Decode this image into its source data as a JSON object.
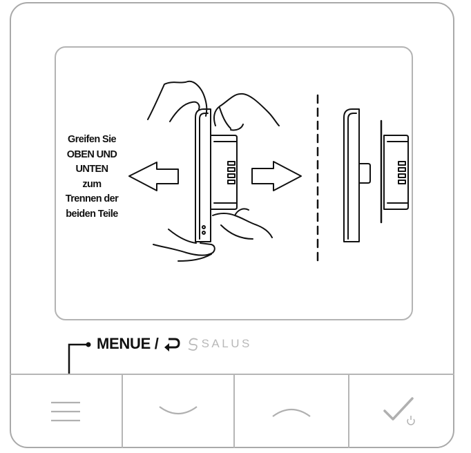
{
  "instruction": {
    "lines": [
      "Greifen Sie",
      "OBEN UND",
      "UNTEN",
      "zum",
      "Trennen der",
      "beiden Teile"
    ]
  },
  "menu": {
    "label": "MENUE /",
    "brand": "SALUS",
    "icons": [
      "return-arrow-icon",
      "salus-logo-icon"
    ]
  },
  "buttons": [
    {
      "name": "menu-button",
      "icon": "hamburger-icon"
    },
    {
      "name": "down-button",
      "icon": "chevron-down-icon"
    },
    {
      "name": "up-button",
      "icon": "chevron-up-icon"
    },
    {
      "name": "confirm-power-button",
      "icon": "checkmark-power-icon"
    }
  ],
  "colors": {
    "frame": "#a9a9a9",
    "ink": "#111111",
    "button_icon": "#b0b0b0"
  }
}
